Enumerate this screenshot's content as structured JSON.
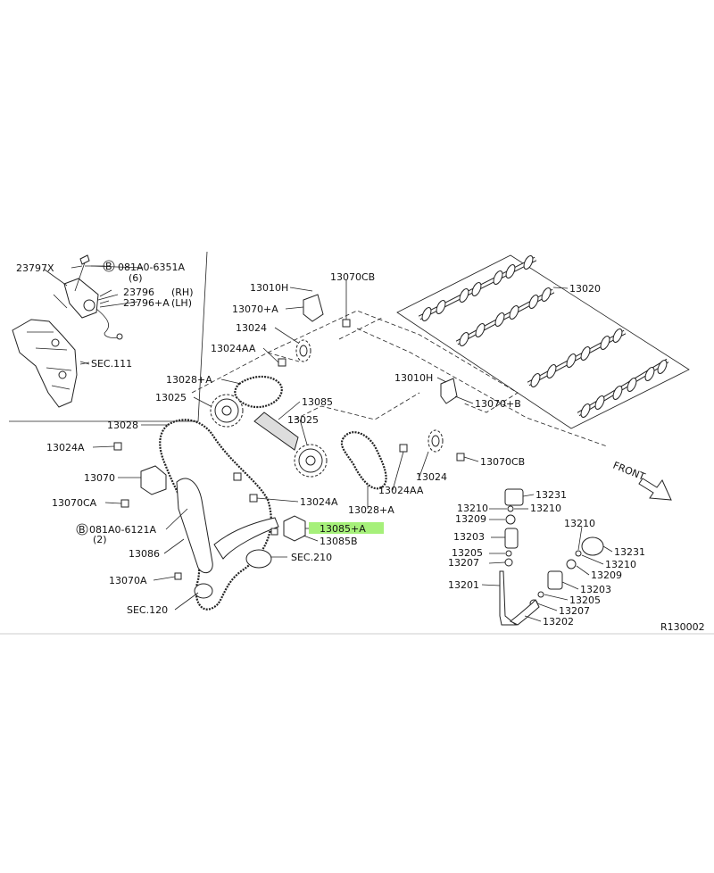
{
  "labels": {
    "l23797x": "23797X",
    "b1": "B",
    "l081a0_6351a": "081A0-6351A",
    "q6": "(6)",
    "l23796": "23796",
    "rh": "(RH)",
    "l23796a": "23796+A",
    "lh": "(LH)",
    "sec111": "SEC.111",
    "l13010h_1": "13010H",
    "l13070cb_1": "13070CB",
    "l13070a_1": "13070+A",
    "l13024_1": "13024",
    "l13024aa_1": "13024AA",
    "l13028a_1": "13028+A",
    "l13025_1": "13025",
    "l13085": "13085",
    "l13025_2": "13025",
    "l13028": "13028",
    "l13024a_1": "13024A",
    "l13070": "13070",
    "l13070ca": "13070CA",
    "b2": "B",
    "l081a0_6121a": "081A0-6121A",
    "q2": "(2)",
    "l13086": "13086",
    "l13070a_2": "13070A",
    "sec120": "SEC.120",
    "sec210": "SEC.210",
    "l13085a": "13085+A",
    "l13085b": "13085B",
    "l13024a_2": "13024A",
    "l13028a_2": "13028+A",
    "l13024aa_2": "13024AA",
    "l13024_2": "13024",
    "l13070cb_2": "13070CB",
    "l13010h_2": "13010H",
    "l13070b": "13070+B",
    "l13020": "13020",
    "front": "FRONT",
    "l13231_1": "13231",
    "l13210_1": "13210",
    "l13210_2": "13210",
    "l13209_1": "13209",
    "l13203_1": "13203",
    "l13205_1": "13205",
    "l13207_1": "13207",
    "l13201": "13201",
    "l13210_3": "13210",
    "l13231_2": "13231",
    "l13210_4": "13210",
    "l13209_2": "13209",
    "l13203_2": "13203",
    "l13205_2": "13205",
    "l13207_2": "13207",
    "l13202": "13202",
    "ref": "R130002"
  }
}
